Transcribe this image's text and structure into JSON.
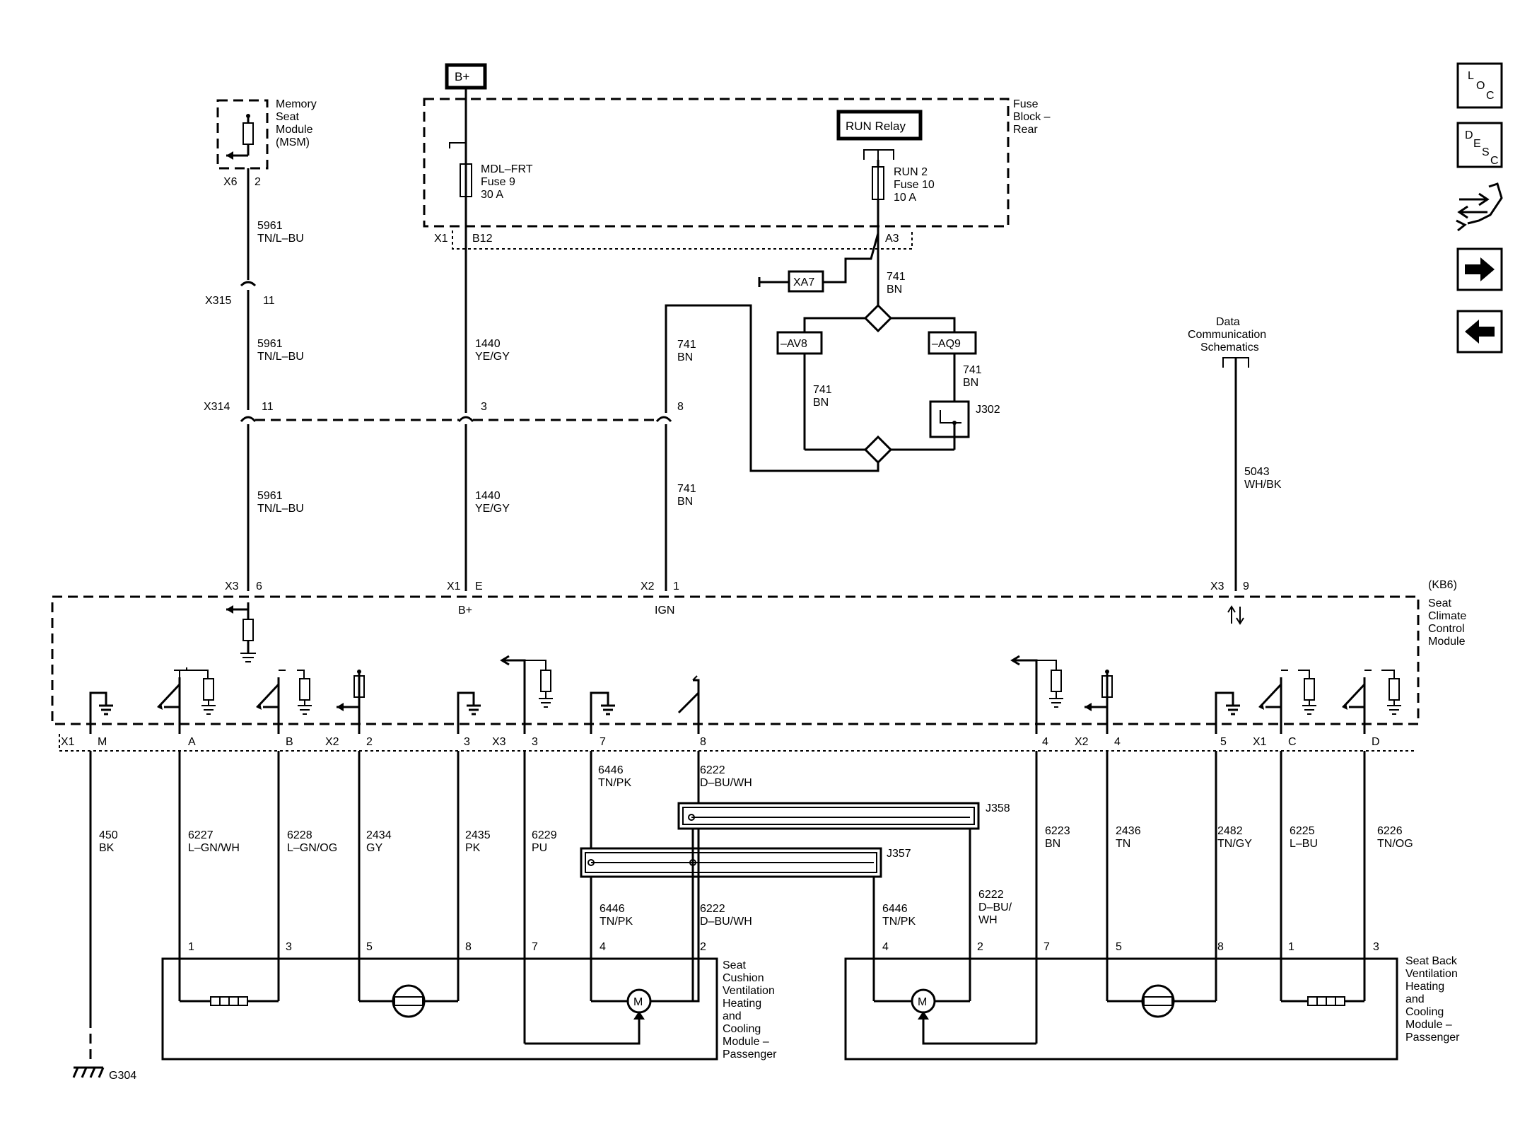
{
  "nav": {
    "loc": {
      "a": "L",
      "b": "O",
      "c": "C"
    },
    "desc": {
      "a": "D",
      "b": "E",
      "c": "S",
      "d": "C"
    }
  },
  "battery": "B+",
  "msm": {
    "lines": [
      "Memory",
      "Seat",
      "Module",
      "(MSM)"
    ],
    "x6": "X6",
    "x6_pin": "2"
  },
  "fuse_block": {
    "lines": [
      "Fuse",
      "Block –",
      "Rear"
    ]
  },
  "fuse9": {
    "lines": [
      "MDL–FRT",
      "Fuse 9",
      "30 A"
    ]
  },
  "run_relay": "RUN Relay",
  "fuse10": {
    "lines": [
      "RUN 2",
      "Fuse 10",
      "10 A"
    ]
  },
  "fb_conn": {
    "x1": "X1",
    "b12": "B12",
    "a3": "A3"
  },
  "xa7": "XA7",
  "av8": "–AV8",
  "aq9": "–AQ9",
  "j302": "J302",
  "data_comm": {
    "lines": [
      "Data",
      "Communication",
      "Schematics"
    ]
  },
  "wires": {
    "w5961a": {
      "num": "5961",
      "color": "TN/L–BU"
    },
    "w5961b": {
      "num": "5961",
      "color": "TN/L–BU"
    },
    "w5961c": {
      "num": "5961",
      "color": "TN/L–BU"
    },
    "w1440a": {
      "num": "1440",
      "color": "YE/GY"
    },
    "w1440b": {
      "num": "1440",
      "color": "YE/GY"
    },
    "w741top": {
      "num": "741",
      "color": "BN"
    },
    "w741ign": {
      "num": "741",
      "color": "BN"
    },
    "w741ign2": {
      "num": "741",
      "color": "BN"
    },
    "w741av8": {
      "num": "741",
      "color": "BN"
    },
    "w741aq9": {
      "num": "741",
      "color": "BN"
    },
    "w5043": {
      "num": "5043",
      "color": "WH/BK"
    },
    "w450": {
      "num": "450",
      "color": "BK"
    },
    "w6227": {
      "num": "6227",
      "color": "L–GN/WH"
    },
    "w6228": {
      "num": "6228",
      "color": "L–GN/OG"
    },
    "w2434": {
      "num": "2434",
      "color": "GY"
    },
    "w2435": {
      "num": "2435",
      "color": "PK"
    },
    "w6229": {
      "num": "6229",
      "color": "PU"
    },
    "w6446a": {
      "num": "6446",
      "color": "TN/PK"
    },
    "w6222a": {
      "num": "6222",
      "color": "D–BU/WH"
    },
    "w6446b": {
      "num": "6446",
      "color": "TN/PK"
    },
    "w6222b": {
      "num": "6222",
      "color": "D–BU/WH"
    },
    "w6446c": {
      "num": "6446",
      "color": "TN/PK"
    },
    "w6222c": {
      "l1": "6222",
      "l2": "D–BU/",
      "l3": "WH"
    },
    "w6223": {
      "num": "6223",
      "color": "BN"
    },
    "w2436": {
      "num": "2436",
      "color": "TN"
    },
    "w2482": {
      "num": "2482",
      "color": "TN/GY"
    },
    "w6225": {
      "num": "6225",
      "color": "L–BU"
    },
    "w6226": {
      "num": "6226",
      "color": "TN/OG"
    }
  },
  "connectors": {
    "x315": "X315",
    "x315_pin": "11",
    "x314": "X314",
    "x314_pin11": "11",
    "x314_pin3": "3",
    "x314_pin8": "8",
    "x3a": "X3",
    "x3a_pin": "6",
    "x1a": "X1",
    "x1a_pin": "E",
    "x2a": "X2",
    "x2a_pin": "1",
    "x3b": "X3",
    "x3b_pin": "9"
  },
  "scm": {
    "kb6": "(KB6)",
    "lines": [
      "Seat",
      "Climate",
      "Control",
      "Module"
    ],
    "bplus": "B+",
    "ign": "IGN"
  },
  "bottom_conn": {
    "x1": "X1",
    "m": "M",
    "a": "A",
    "b": "B",
    "x2": "X2",
    "p2": "2",
    "p3": "3",
    "x3": "X3",
    "p3b": "3",
    "p7": "7",
    "p8": "8",
    "p4": "4",
    "x2b": "X2",
    "p4b": "4",
    "p5": "5",
    "x1b": "X1",
    "c": "C",
    "d": "D"
  },
  "splices": {
    "j358": "J358",
    "j357": "J357"
  },
  "cushion": {
    "lines": [
      "Seat",
      "Cushion",
      "Ventilation",
      "Heating",
      "and",
      "Cooling",
      "Module –",
      "Passenger"
    ],
    "pins": [
      "1",
      "3",
      "5",
      "8",
      "7",
      "4",
      "2"
    ]
  },
  "back": {
    "lines": [
      "Seat Back",
      "Ventilation",
      "Heating",
      "and",
      "Cooling",
      "Module –",
      "Passenger"
    ],
    "pins": [
      "4",
      "2",
      "7",
      "5",
      "8",
      "1",
      "3"
    ]
  },
  "motor": "M",
  "ground": "G304"
}
